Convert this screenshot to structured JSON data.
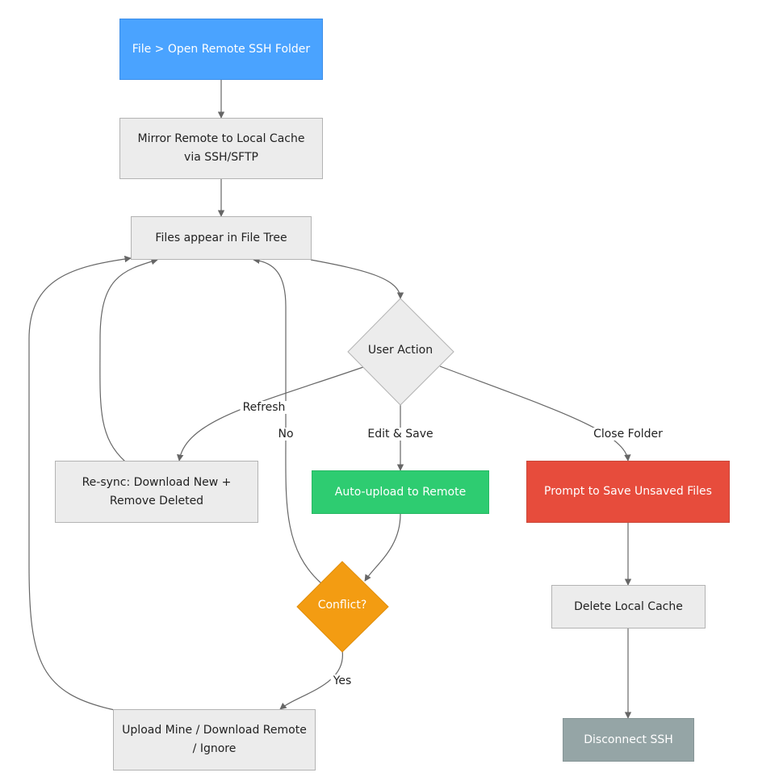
{
  "nodes": {
    "open_folder": "File > Open Remote SSH Folder",
    "mirror_cache": "Mirror Remote to Local Cache via SSH/SFTP",
    "file_tree": "Files appear in File Tree",
    "user_action": "User Action",
    "resync": "Re-sync: Download New + Remove Deleted",
    "auto_upload": "Auto-upload to Remote",
    "prompt_save": "Prompt to Save Unsaved Files",
    "conflict": "Conflict?",
    "delete_cache": "Delete Local Cache",
    "upload_mine": "Upload Mine / Download Remote / Ignore",
    "disconnect": "Disconnect SSH"
  },
  "edge_labels": {
    "refresh": "Refresh",
    "edit_save": "Edit & Save",
    "close_folder": "Close Folder",
    "no": "No",
    "yes": "Yes"
  },
  "colors": {
    "start": "#4aa3ff",
    "upload": "#2ecc71",
    "prompt": "#e74c3c",
    "conflict": "#f39c12",
    "disconnect": "#95a5a6",
    "default": "#ececec",
    "edge": "#666666"
  }
}
